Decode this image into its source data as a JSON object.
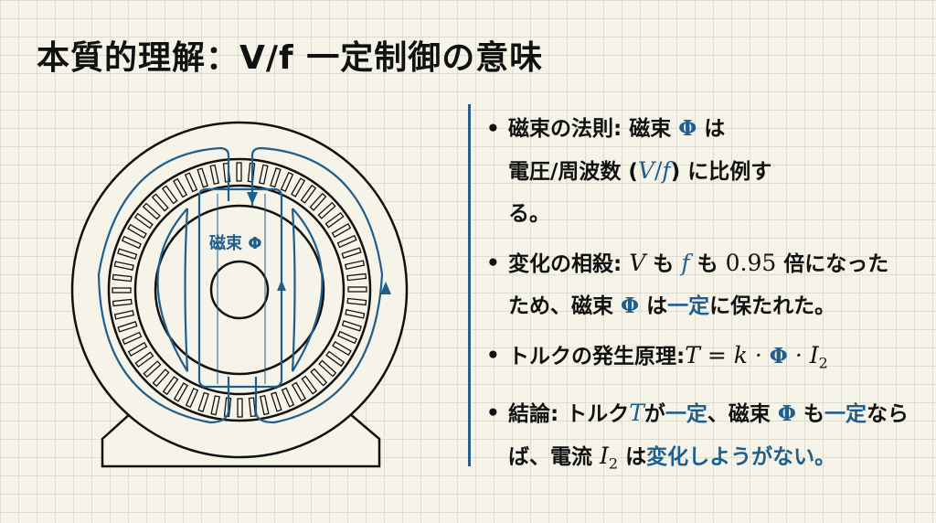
{
  "title": "本質的理解：V/f 一定制御の意味",
  "diagram": {
    "label": "磁束 Φ"
  },
  "bullets": [
    {
      "head": "磁束の法則:",
      "t1": "磁束",
      "phi": "Φ",
      "t2": "は",
      "t3": "電圧/周波数 (",
      "v": "V",
      "slash": "/",
      "f": "f",
      "t4": ") に比例する。"
    },
    {
      "head": "変化の相殺:",
      "v": "V",
      "t1": "も",
      "f": "f",
      "t2": "も",
      "num": "0.95",
      "t3": "倍になったため、磁束",
      "phi": "Φ",
      "t4": "は",
      "const": "一定",
      "t5": "に保たれた。"
    },
    {
      "head": "トルクの発生原理:",
      "eq1": "T = k ·",
      "phi": "Φ",
      "eq2": "· I",
      "sub": "2"
    },
    {
      "head": "結論: トルク",
      "T": "T",
      "t1": "が",
      "const1": "一定",
      "t2": "、磁束",
      "phi": "Φ",
      "t3": "も",
      "const2": "一定",
      "t4": "ならば、電流",
      "I": "I",
      "sub": "2",
      "t5": "は",
      "end": "変化しようがない。"
    }
  ],
  "colors": {
    "accent": "#1e5f8e",
    "line": "#111111"
  }
}
